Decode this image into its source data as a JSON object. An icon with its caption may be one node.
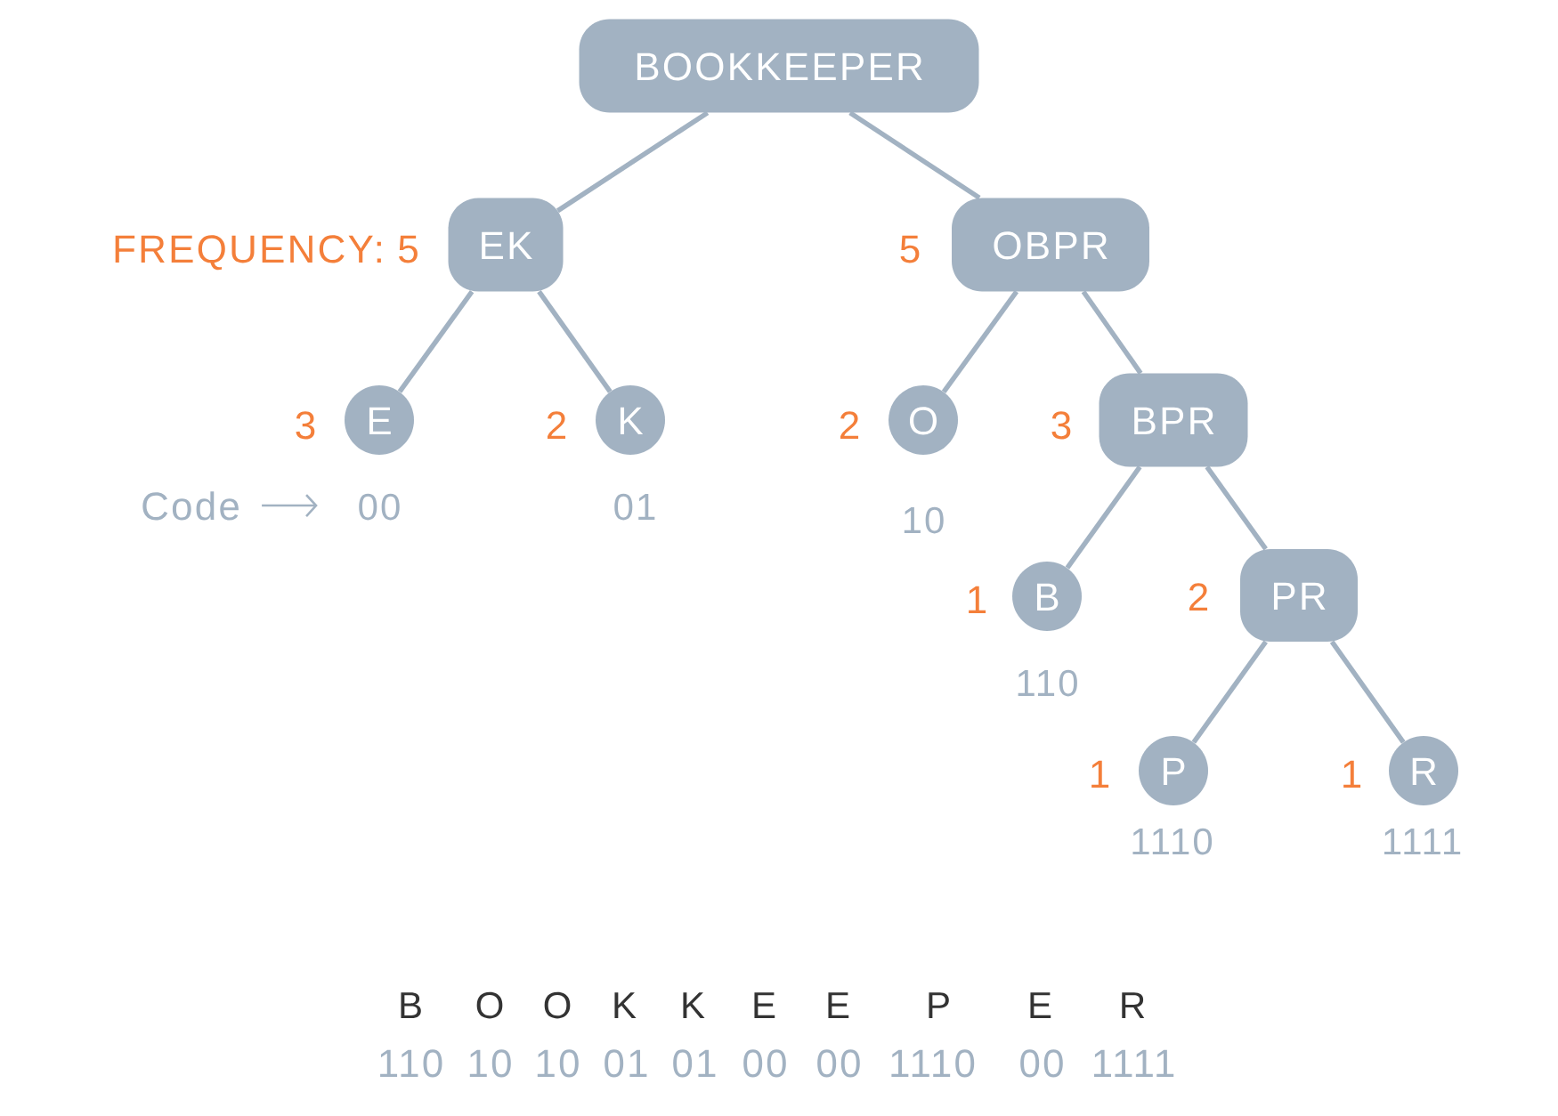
{
  "diagram": {
    "nodes": [
      {
        "text": [
          "BOOKKEEPER"
        ]
      },
      {
        "text": [
          "EK"
        ],
        "beside": [
          "FREQUENCY: 5"
        ]
      },
      {
        "text": [
          "OBPR"
        ],
        "beside": [
          "5"
        ]
      },
      {
        "text": [
          "E"
        ],
        "beside": [
          "3",
          "00"
        ]
      },
      {
        "text": [
          "K"
        ],
        "beside": [
          "2",
          "01"
        ]
      },
      {
        "text": [
          "O"
        ],
        "beside": [
          "2",
          "10"
        ]
      },
      {
        "text": [
          "BPR"
        ],
        "beside": [
          "3"
        ]
      },
      {
        "text": [
          "Code"
        ]
      },
      {
        "text": [
          "B"
        ],
        "beside": [
          "1",
          "110"
        ]
      },
      {
        "text": [
          "PR"
        ],
        "beside": [
          "2"
        ]
      },
      {
        "text": [
          "P"
        ],
        "beside": [
          "1",
          "1110"
        ]
      },
      {
        "text": [
          "R"
        ],
        "beside": [
          "1",
          "1111"
        ]
      }
    ],
    "edges": [
      {
        "from": 0,
        "to": 1,
        "arrow": "none"
      },
      {
        "from": 0,
        "to": 2,
        "arrow": "none"
      },
      {
        "from": 1,
        "to": 3,
        "arrow": "none"
      },
      {
        "from": 1,
        "to": 4,
        "arrow": "none"
      },
      {
        "from": 2,
        "to": 5,
        "arrow": "none"
      },
      {
        "from": 2,
        "to": 6,
        "arrow": "none"
      },
      {
        "from": 6,
        "to": 8,
        "arrow": "none"
      },
      {
        "from": 6,
        "to": 9,
        "arrow": "none"
      },
      {
        "from": 9,
        "to": 10,
        "arrow": "none"
      },
      {
        "from": 9,
        "to": 11,
        "arrow": "none"
      },
      {
        "from": 7,
        "to": 3,
        "arrow": "to"
      }
    ],
    "labels": [
      "B",
      "O",
      "O",
      "K",
      "K",
      "E",
      "E",
      "P",
      "E",
      "R",
      "110",
      "10",
      "10",
      "01",
      "01",
      "00",
      "00",
      "1110",
      "00",
      "1111"
    ]
  }
}
